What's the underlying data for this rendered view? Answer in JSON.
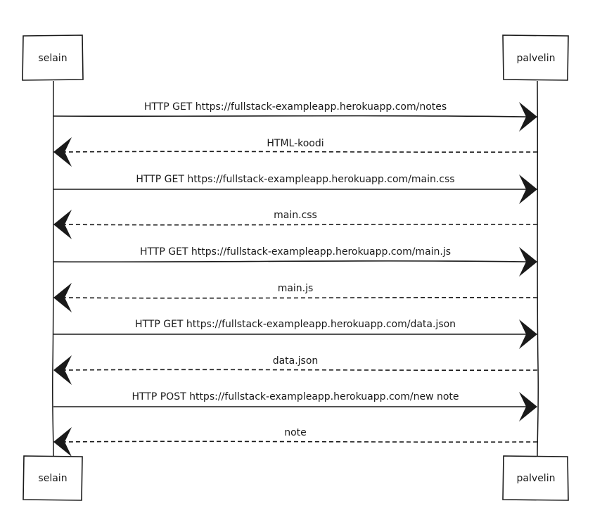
{
  "participants": [
    {
      "id": "selain",
      "label": "selain"
    },
    {
      "id": "palvelin",
      "label": "palvelin"
    }
  ],
  "messages": [
    {
      "from": "selain",
      "to": "palvelin",
      "label": "HTTP GET https://fullstack-exampleapp.herokuapp.com/notes",
      "style": "solid"
    },
    {
      "from": "palvelin",
      "to": "selain",
      "label": "HTML-koodi",
      "style": "dashed"
    },
    {
      "from": "selain",
      "to": "palvelin",
      "label": "HTTP GET https://fullstack-exampleapp.herokuapp.com/main.css",
      "style": "solid"
    },
    {
      "from": "palvelin",
      "to": "selain",
      "label": "main.css",
      "style": "dashed"
    },
    {
      "from": "selain",
      "to": "palvelin",
      "label": "HTTP GET https://fullstack-exampleapp.herokuapp.com/main.js",
      "style": "solid"
    },
    {
      "from": "palvelin",
      "to": "selain",
      "label": "main.js",
      "style": "dashed"
    },
    {
      "from": "selain",
      "to": "palvelin",
      "label": "HTTP GET https://fullstack-exampleapp.herokuapp.com/data.json",
      "style": "solid"
    },
    {
      "from": "palvelin",
      "to": "selain",
      "label": "data.json",
      "style": "dashed"
    },
    {
      "from": "selain",
      "to": "palvelin",
      "label": "HTTP POST https://fullstack-exampleapp.herokuapp.com/new note",
      "style": "solid"
    },
    {
      "from": "palvelin",
      "to": "selain",
      "label": "note",
      "style": "dashed"
    }
  ]
}
